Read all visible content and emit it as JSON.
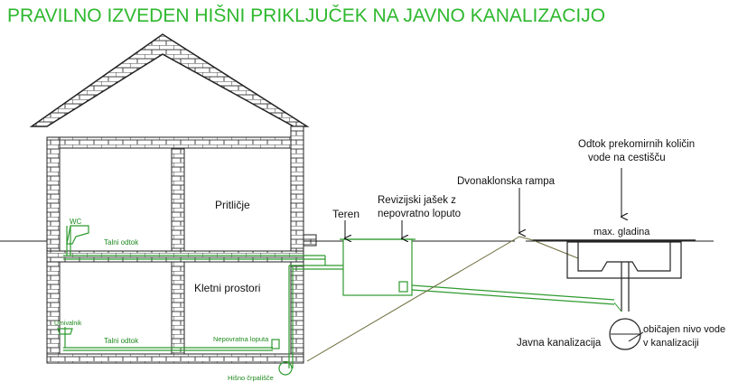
{
  "title": "PRAVILNO IZVEDEN HIŠNI PRIKLJUČEK NA JAVNO KANALIZACIJO",
  "colors": {
    "title": "#2eb82e",
    "pipe": "#2e9a2e",
    "brick": "#ffffff",
    "mortar": "#444444"
  },
  "rooms": {
    "ground_floor": "Pritličje",
    "basement": "Kletni prostori"
  },
  "fixtures": {
    "wc": "WC",
    "floor_drain_upper": "Talni odtok",
    "washbasin": "Umivalnik",
    "floor_drain_lower": "Talni odtok",
    "check_valve": "Nepovratna loputa",
    "pump": "Hišno črpališče"
  },
  "labels": {
    "terrain": "Teren",
    "inspection_shaft_line1": "Revizijski jašek z",
    "inspection_shaft_line2": "nepovratno loputo",
    "double_ramp": "Dvonaklonska rampa",
    "overflow_line1": "Odtok prekomirnih količin",
    "overflow_line2": "vode na cestišču",
    "max_level": "max. gladina",
    "public_sewer": "Javna kanalizacija",
    "water_level_line1": "običajen nivo vode",
    "water_level_line2": "v kanalizaciji"
  }
}
